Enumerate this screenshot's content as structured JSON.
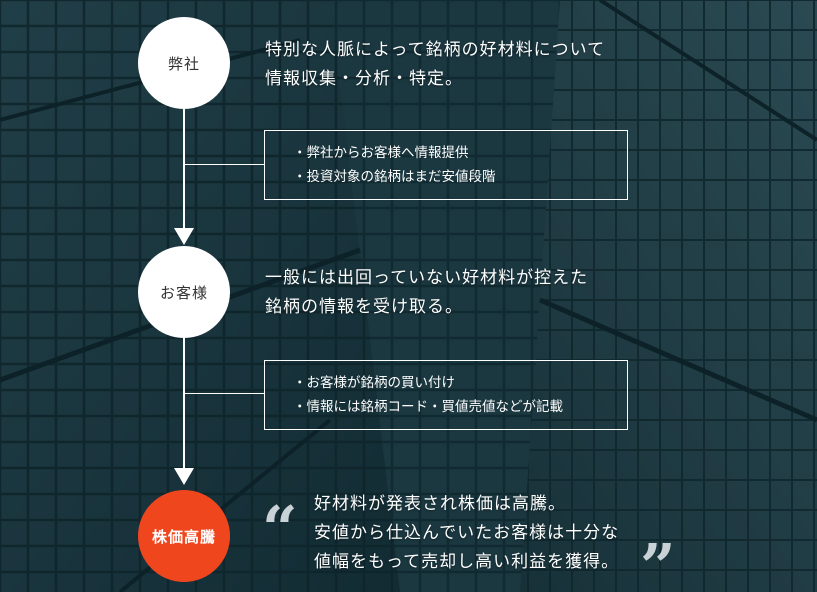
{
  "flow": {
    "step1": {
      "label": "弊社",
      "lines": [
        "特別な人脈によって銘柄の好材料について",
        "情報収集・分析・特定。"
      ],
      "box": [
        "・弊社からお客様へ情報提供",
        "・投資対象の銘柄はまだ安値段階"
      ]
    },
    "step2": {
      "label": "お客様",
      "lines": [
        "一般には出回っていない好材料が控えた",
        "銘柄の情報を受け取る。"
      ],
      "box": [
        "・お客様が銘柄の買い付け",
        "・情報には銘柄コード・買値売値などが記載"
      ]
    },
    "step3": {
      "label": "株価高騰",
      "lines": [
        "好材料が発表され株価は高騰。",
        "安値から仕込んでいたお客様は十分な",
        "値幅をもって売却し高い利益を獲得。"
      ],
      "quote_open": "“",
      "quote_close": "”"
    }
  },
  "colors": {
    "accent": "#f0461e",
    "node_bg": "#ffffff",
    "background": "#1e3a44",
    "line": "#ffffff"
  }
}
